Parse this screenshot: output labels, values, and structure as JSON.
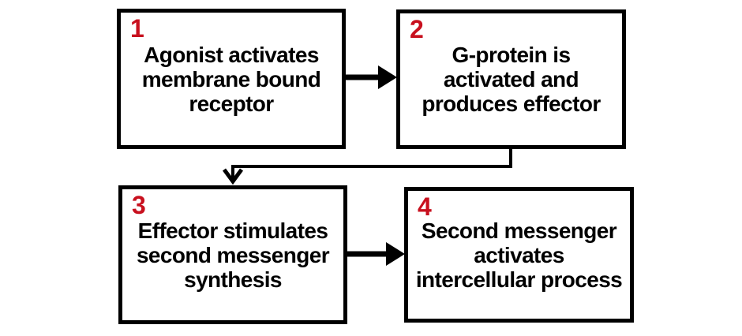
{
  "diagram_type": "flowchart",
  "background": "#ffffff",
  "colors": {
    "box_border": "#000000",
    "text": "#000000",
    "step_number": "#c8101e",
    "arrow": "#000000"
  },
  "boxes": [
    {
      "number": "1",
      "lines": [
        "Agonist activates",
        "membrane bound",
        "receptor"
      ]
    },
    {
      "number": "2",
      "lines": [
        "G-protein is",
        "activated and",
        "produces effector"
      ]
    },
    {
      "number": "3",
      "lines": [
        "Effector stimulates",
        "second messenger",
        "synthesis"
      ]
    },
    {
      "number": "4",
      "lines": [
        "Second messenger",
        "activates",
        "intercellular process"
      ]
    }
  ],
  "connections": [
    {
      "from": "1",
      "to": "2",
      "style": "straight-right-solid-arrowhead"
    },
    {
      "from": "2",
      "to": "3",
      "style": "elbow-down-left-down-open-arrowhead"
    },
    {
      "from": "3",
      "to": "4",
      "style": "straight-right-solid-arrowhead"
    }
  ]
}
